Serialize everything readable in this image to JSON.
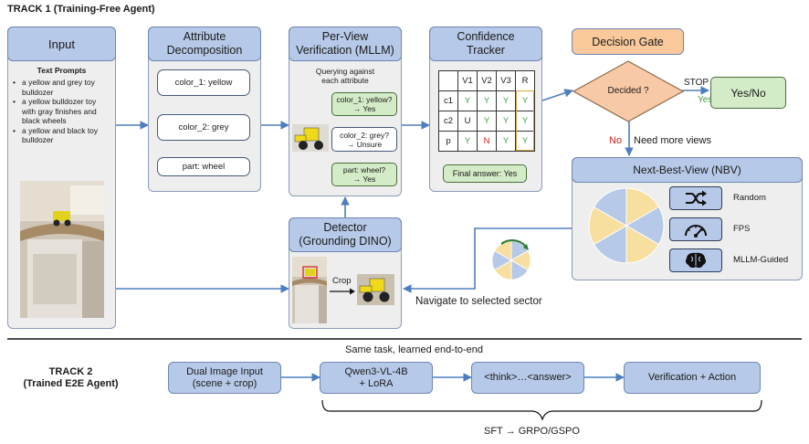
{
  "track1": {
    "title": "TRACK 1 (Training-Free Agent)"
  },
  "input": {
    "title": "Input",
    "prompts_heading": "Text Prompts",
    "prompts": [
      "a yellow and grey toy bulldozer",
      "a yellow bulldozer toy with gray finishes and black wheels",
      "a yellow and black toy bulldozer"
    ]
  },
  "attr": {
    "title": "Attribute Decomposition",
    "items": [
      "color_1: yellow",
      "color_2: grey",
      "part: wheel"
    ]
  },
  "verify": {
    "title_l1": "Per-View",
    "title_l2": "Verification (MLLM)",
    "desc_l1": "Querying against",
    "desc_l2": "each attribute",
    "q1": "color_1: yellow?",
    "a1": "→ Yes",
    "q2": "color_2: grey?",
    "a2": "→ Unsure",
    "q3": "part: wheel?",
    "a3": "→ Yes"
  },
  "tracker": {
    "title_l1": "Confidence",
    "title_l2": "Tracker",
    "table": [
      [
        "",
        "V1",
        "V2",
        "V3",
        "R"
      ],
      [
        "c1",
        "Y",
        "Y",
        "Y",
        "Y"
      ],
      [
        "c2",
        "U",
        "Y",
        "Y",
        "Y"
      ],
      [
        "p",
        "Y",
        "N",
        "Y",
        "Y"
      ]
    ],
    "final": "Final answer: Yes"
  },
  "gate": {
    "title": "Decision Gate",
    "question": "Decided ?",
    "stop": "STOP",
    "yes": "Yes",
    "result": "Yes/No",
    "no": "No",
    "more": "Need more views"
  },
  "nbv": {
    "title": "Next-Best-View (NBV)",
    "options": [
      "Random",
      "FPS",
      "MLLM-Guided"
    ]
  },
  "detector": {
    "title_l1": "Detector",
    "title_l2": "(Grounding DINO)",
    "crop": "Crop"
  },
  "navigate": "Navigate to selected sector",
  "track2": {
    "title_l1": "TRACK 2",
    "title_l2": "(Trained E2E Agent)",
    "caption": "Same task, learned end-to-end",
    "b1_l1": "Dual Image Input",
    "b1_l2": "(scene + crop)",
    "b2_l1": "Qwen3-VL-4B",
    "b2_l2": "+ LoRA",
    "b3": "<think>…<answer>",
    "b4": "Verification + Action",
    "training": "SFT → GRPO/GSPO"
  },
  "colors": {
    "panel_title": "#b7c9e8",
    "panel_bg": "#eeeeee",
    "green": "#d4ebc8",
    "orange": "#f9c89b",
    "diamond": "#f8c9a6",
    "arrow": "#4d7ebf",
    "yes": "#3f9a3f",
    "no": "#d11f1f",
    "yellow_slice": "#f7dfa0",
    "blue_slice": "#b7c9e8"
  }
}
